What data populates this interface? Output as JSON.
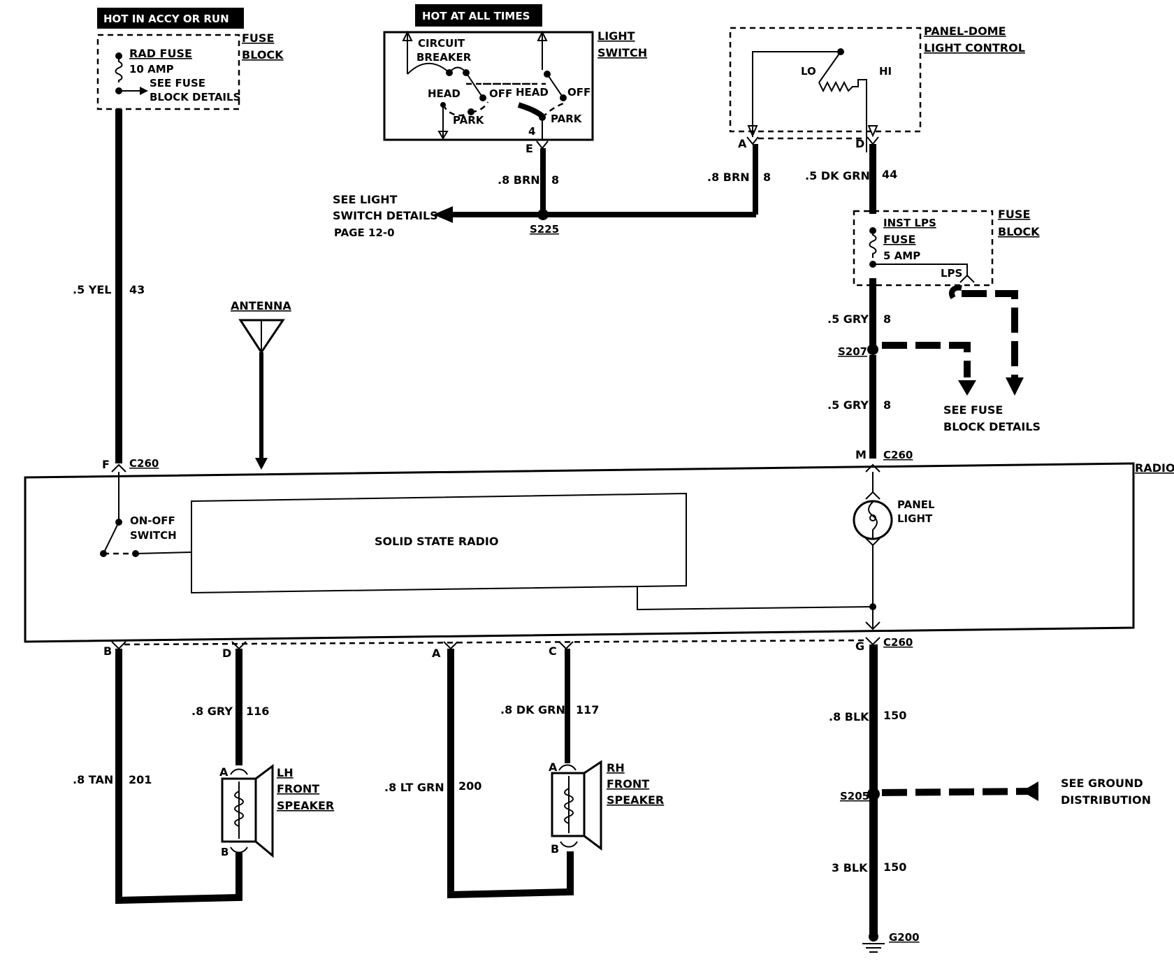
{
  "banners": {
    "hot_accy": "HOT IN ACCY OR RUN",
    "hot_all": "HOT AT ALL TIMES"
  },
  "rad_fuse": {
    "title": "RAD FUSE",
    "amp": "10 AMP",
    "detail_1": "SEE FUSE",
    "detail_2": "BLOCK DETAILS",
    "block_1": "FUSE",
    "block_2": "BLOCK"
  },
  "light_switch": {
    "name_1": "LIGHT",
    "name_2": "SWITCH",
    "cb_1": "CIRCUIT",
    "cb_2": "BREAKER",
    "head": "HEAD",
    "off": "OFF",
    "park": "PARK",
    "pin_num": "4",
    "pin": "E"
  },
  "panel_dome": {
    "name_1": "PANEL-DOME",
    "name_2": "LIGHT CONTROL",
    "lo": "LO",
    "hi": "HI",
    "pin_a": "A",
    "pin_d": "D"
  },
  "wires": {
    "w43_color": ".5 YEL",
    "w43_num": "43",
    "w8_left_color": ".8 BRN",
    "w8_left_num": "8",
    "w8_right_color": ".8 BRN",
    "w8_right_num": "8",
    "w44_color": ".5 DK GRN",
    "w44_num": "44",
    "w8g1_color": ".5 GRY",
    "w8g1_num": "8",
    "w8g2_color": ".5 GRY",
    "w8g2_num": "8",
    "w116_color": ".8 GRY",
    "w116_num": "116",
    "w201_color": ".8 TAN",
    "w201_num": "201",
    "w200_color": ".8 LT GRN",
    "w200_num": "200",
    "w117_color": ".8 DK GRN",
    "w117_num": "117",
    "w150a_color": ".8 BLK",
    "w150a_num": "150",
    "w150b_color": "3 BLK",
    "w150b_num": "150"
  },
  "splices": {
    "s225": "S225",
    "s207": "S207",
    "s205": "S205",
    "g200": "G200"
  },
  "light_switch_ref": {
    "line_1": "SEE LIGHT",
    "line_2": "SWITCH DETAILS",
    "line_3": "PAGE 12-0"
  },
  "inst_fuse": {
    "line_1": "INST LPS",
    "line_2": "FUSE",
    "amp": "5 AMP",
    "lps": "LPS",
    "block_1": "FUSE",
    "block_2": "BLOCK"
  },
  "fuse_ref": {
    "line_1": "SEE FUSE",
    "line_2": "BLOCK DETAILS"
  },
  "ground_ref": {
    "line_1": "SEE GROUND",
    "line_2": "DISTRIBUTION"
  },
  "antenna": "ANTENNA",
  "radio": {
    "label": "RADIO",
    "core": "SOLID STATE RADIO",
    "switch_1": "ON-OFF",
    "switch_2": "SWITCH",
    "panel_1": "PANEL",
    "panel_2": "LIGHT"
  },
  "connectors": {
    "c260": "C260",
    "pin_f": "F",
    "pin_m": "M",
    "pin_g": "G",
    "pin_b": "B",
    "pin_d": "D",
    "pin_a": "A",
    "pin_c": "C"
  },
  "lh_speaker": {
    "line_1": "LH",
    "line_2": "FRONT",
    "line_3": "SPEAKER",
    "pin_a": "A",
    "pin_b": "B"
  },
  "rh_speaker": {
    "line_1": "RH",
    "line_2": "FRONT",
    "line_3": "SPEAKER",
    "pin_a": "A",
    "pin_b": "B"
  }
}
